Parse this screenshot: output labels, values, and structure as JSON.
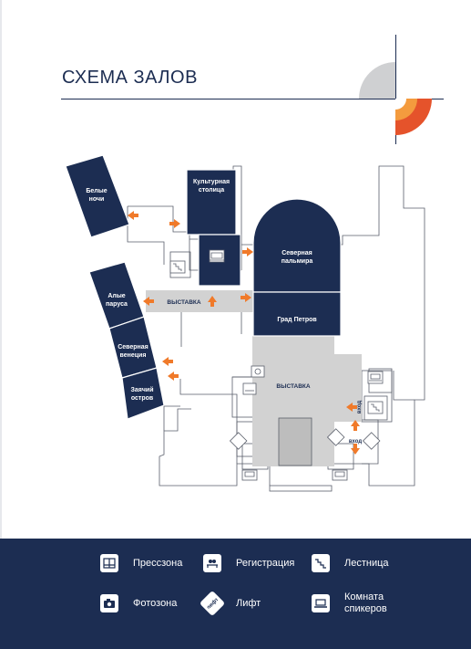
{
  "page": {
    "title": "СХЕМА ЗАЛОВ"
  },
  "colors": {
    "navy": "#1c2d52",
    "orange": "#f07a2a",
    "gray": "#d2d2d2",
    "outline": "#5a5f6b",
    "deco_gray": "#cfd0d2",
    "deco_red": "#e5532b",
    "deco_orange": "#f49b3e"
  },
  "halls": {
    "belye_nochi": [
      "Белые",
      "ночи"
    ],
    "kulturnaya_stolitsa": [
      "Культурная",
      "столица"
    ],
    "severnaya_palmira": [
      "Северная",
      "пальмира"
    ],
    "alye_parusa": [
      "Алые",
      "паруса"
    ],
    "severnaya_venetsiya": [
      "Северная",
      "венеция"
    ],
    "zayachiy_ostrov": [
      "Заячий",
      "остров"
    ],
    "grad_petrov": "Град Петров"
  },
  "exhibition_upper": "ВЫСТАВКА",
  "exhibition_main": "ВЫСТАВКА",
  "entrance_upper": "вход",
  "entrance_lower": "вход",
  "legend": {
    "press": "Прессзона",
    "registration": "Регистрация",
    "stairs": "Лестница",
    "photo": "Фотозона",
    "lift": "Лифт",
    "speakers": [
      "Комната",
      "спикеров"
    ]
  },
  "icons": {
    "press": "press-icon",
    "registration": "registration-icon",
    "stairs": "stairs-icon",
    "photo": "camera-icon",
    "lift": "lift-icon",
    "speakers": "laptop-icon",
    "entry_arrow": "arrow-icon"
  },
  "lift_icon_text": "лифт"
}
